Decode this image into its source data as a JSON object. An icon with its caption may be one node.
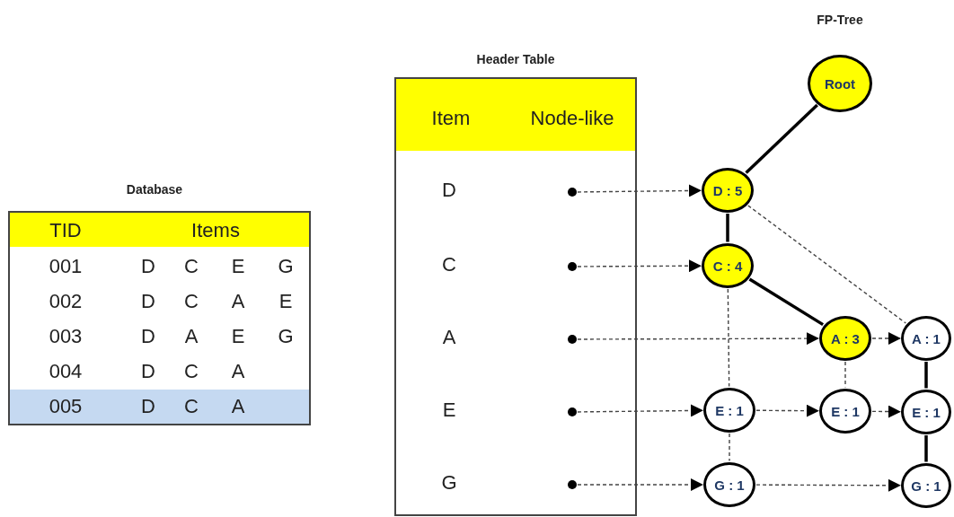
{
  "diagram": {
    "nodes": [
      {
        "text": [
          "Header Table",
          "Item",
          "Node-like"
        ]
      },
      {
        "text": [],
        "shape": "circle",
        "in": 0
      },
      {
        "text": [],
        "shape": "circle",
        "in": 0
      },
      {
        "text": [],
        "shape": "circle",
        "in": 0
      },
      {
        "text": [],
        "shape": "circle",
        "in": 0
      },
      {
        "text": [],
        "shape": "circle",
        "in": 0
      },
      {
        "text": [
          "Root"
        ]
      },
      {
        "text": [
          "D : 5"
        ]
      },
      {
        "text": [
          "C : 4"
        ]
      },
      {
        "text": [
          "A : 3"
        ]
      },
      {
        "text": [
          "A : 1"
        ]
      },
      {
        "text": [
          "E : 1"
        ]
      },
      {
        "text": [
          "E : 1"
        ]
      },
      {
        "text": [
          "E : 1"
        ]
      },
      {
        "text": [
          "G : 1"
        ]
      },
      {
        "text": [
          "G : 1"
        ]
      }
    ],
    "edges": [
      {
        "from": 6,
        "to": 7,
        "arrow": "none",
        "style": "thick"
      },
      {
        "from": 7,
        "to": 8,
        "arrow": "none",
        "style": "thick"
      },
      {
        "from": 8,
        "to": 9,
        "arrow": "none",
        "style": "thick"
      },
      {
        "from": 10,
        "to": 13,
        "arrow": "none",
        "style": "thick"
      },
      {
        "from": 13,
        "to": 15,
        "arrow": "none",
        "style": "thick"
      },
      {
        "from": 7,
        "to": 10,
        "arrow": "none",
        "style": "dashed"
      },
      {
        "from": 8,
        "to": 11,
        "arrow": "none",
        "style": "dashed"
      },
      {
        "from": 9,
        "to": 12,
        "arrow": "none",
        "style": "dashed"
      },
      {
        "from": 11,
        "to": 14,
        "arrow": "none",
        "style": "dashed"
      },
      {
        "from": 1,
        "to": 7,
        "arrow": "to",
        "style": "dashed"
      },
      {
        "from": 2,
        "to": 8,
        "arrow": "to",
        "style": "dashed"
      },
      {
        "from": 3,
        "to": 9,
        "arrow": "to",
        "style": "dashed"
      },
      {
        "from": 4,
        "to": 11,
        "arrow": "to",
        "style": "dashed"
      },
      {
        "from": 5,
        "to": 14,
        "arrow": "to",
        "style": "dashed"
      },
      {
        "from": 9,
        "to": 10,
        "arrow": "to",
        "style": "dashed"
      },
      {
        "from": 11,
        "to": 12,
        "arrow": "to",
        "style": "dashed"
      },
      {
        "from": 12,
        "to": 13,
        "arrow": "to",
        "style": "dashed"
      },
      {
        "from": 14,
        "to": 15,
        "arrow": "to",
        "style": "dashed"
      }
    ],
    "labels": [
      "FP-Tree",
      "Database",
      "TID",
      "Items",
      "001",
      "D",
      "C",
      "E",
      "G",
      "002",
      "D",
      "C",
      "A",
      "E",
      "003",
      "D",
      "A",
      "E",
      "G",
      "004",
      "D",
      "C",
      "A",
      "005",
      "D",
      "C",
      "A",
      "D",
      "C",
      "A",
      "E",
      "G"
    ]
  }
}
